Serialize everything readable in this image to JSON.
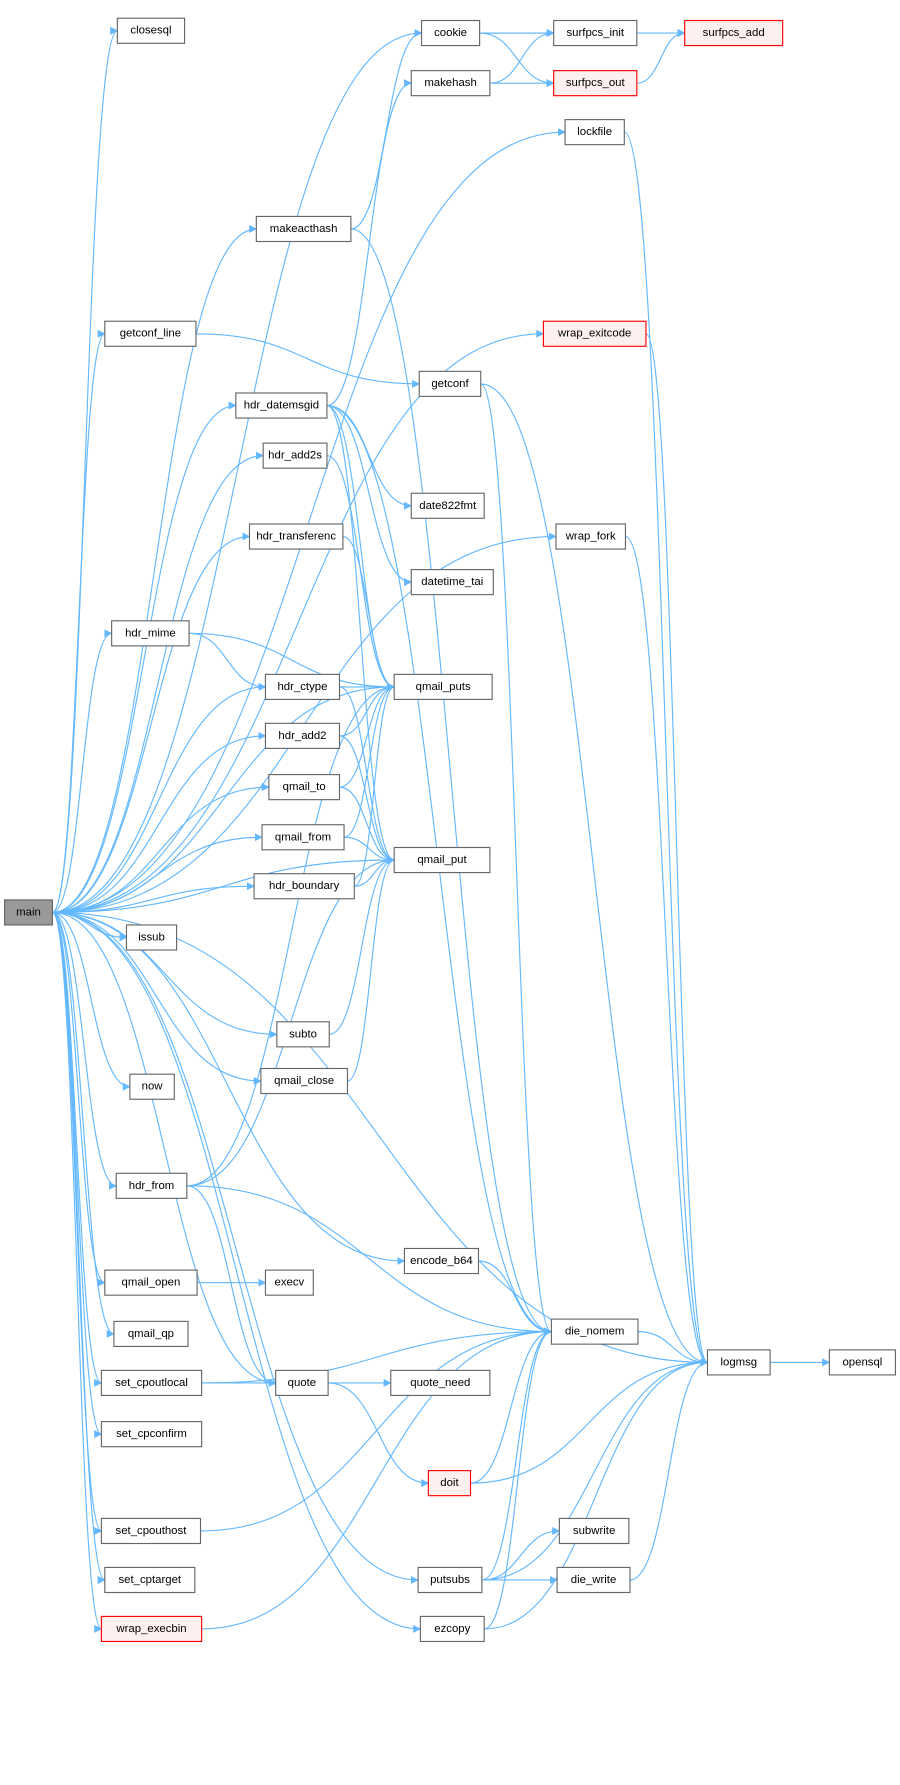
{
  "graph": {
    "colors": {
      "edge": "#63b8ff",
      "node_border": "#666666",
      "highlight_border": "#ff0000",
      "highlight_fill": "#fff0f0",
      "root_fill": "#999999"
    },
    "nodes": [
      {
        "id": "main",
        "label": "main",
        "style": "root"
      },
      {
        "id": "closesql",
        "label": "closesql"
      },
      {
        "id": "cookie",
        "label": "cookie"
      },
      {
        "id": "surfpcs_init",
        "label": "surfpcs_init"
      },
      {
        "id": "surfpcs_add",
        "label": "surfpcs_add",
        "style": "truncated"
      },
      {
        "id": "makehash",
        "label": "makehash"
      },
      {
        "id": "surfpcs_out",
        "label": "surfpcs_out",
        "style": "truncated"
      },
      {
        "id": "lockfile",
        "label": "lockfile"
      },
      {
        "id": "makeacthash",
        "label": "makeacthash"
      },
      {
        "id": "getconf_line",
        "label": "getconf_line"
      },
      {
        "id": "wrap_exitcode",
        "label": "wrap_exitcode",
        "style": "truncated"
      },
      {
        "id": "getconf",
        "label": "getconf"
      },
      {
        "id": "hdr_datemsgid",
        "label": "hdr_datemsgid"
      },
      {
        "id": "hdr_add2s",
        "label": "hdr_add2s"
      },
      {
        "id": "date822fmt",
        "label": "date822fmt"
      },
      {
        "id": "hdr_transferenc",
        "label": "hdr_transferenc"
      },
      {
        "id": "wrap_fork",
        "label": "wrap_fork"
      },
      {
        "id": "datetime_tai",
        "label": "datetime_tai"
      },
      {
        "id": "hdr_mime",
        "label": "hdr_mime"
      },
      {
        "id": "hdr_ctype",
        "label": "hdr_ctype"
      },
      {
        "id": "qmail_puts",
        "label": "qmail_puts"
      },
      {
        "id": "hdr_add2",
        "label": "hdr_add2"
      },
      {
        "id": "qmail_to",
        "label": "qmail_to"
      },
      {
        "id": "qmail_from",
        "label": "qmail_from"
      },
      {
        "id": "qmail_put",
        "label": "qmail_put"
      },
      {
        "id": "hdr_boundary",
        "label": "hdr_boundary"
      },
      {
        "id": "issub",
        "label": "issub"
      },
      {
        "id": "subto",
        "label": "subto"
      },
      {
        "id": "now",
        "label": "now"
      },
      {
        "id": "qmail_close",
        "label": "qmail_close"
      },
      {
        "id": "hdr_from",
        "label": "hdr_from"
      },
      {
        "id": "encode_b64",
        "label": "encode_b64"
      },
      {
        "id": "qmail_open",
        "label": "qmail_open"
      },
      {
        "id": "execv",
        "label": "execv"
      },
      {
        "id": "die_nomem",
        "label": "die_nomem"
      },
      {
        "id": "qmail_qp",
        "label": "qmail_qp"
      },
      {
        "id": "set_cpoutlocal",
        "label": "set_cpoutlocal"
      },
      {
        "id": "quote",
        "label": "quote"
      },
      {
        "id": "quote_need",
        "label": "quote_need"
      },
      {
        "id": "logmsg",
        "label": "logmsg"
      },
      {
        "id": "opensql",
        "label": "opensql"
      },
      {
        "id": "set_cpconfirm",
        "label": "set_cpconfirm"
      },
      {
        "id": "doit",
        "label": "doit",
        "style": "truncated"
      },
      {
        "id": "set_cpouthost",
        "label": "set_cpouthost"
      },
      {
        "id": "subwrite",
        "label": "subwrite"
      },
      {
        "id": "set_cptarget",
        "label": "set_cptarget"
      },
      {
        "id": "putsubs",
        "label": "putsubs"
      },
      {
        "id": "die_write",
        "label": "die_write"
      },
      {
        "id": "wrap_execbin",
        "label": "wrap_execbin",
        "style": "truncated"
      },
      {
        "id": "ezcopy",
        "label": "ezcopy"
      }
    ],
    "edges": [
      [
        "main",
        "closesql"
      ],
      [
        "main",
        "cookie"
      ],
      [
        "main",
        "lockfile"
      ],
      [
        "main",
        "makeacthash"
      ],
      [
        "main",
        "wrap_exitcode"
      ],
      [
        "main",
        "getconf_line"
      ],
      [
        "main",
        "wrap_fork"
      ],
      [
        "main",
        "hdr_datemsgid"
      ],
      [
        "main",
        "qmail_puts"
      ],
      [
        "main",
        "hdr_add2s"
      ],
      [
        "main",
        "hdr_transferenc"
      ],
      [
        "main",
        "hdr_mime"
      ],
      [
        "main",
        "hdr_ctype"
      ],
      [
        "main",
        "hdr_add2"
      ],
      [
        "main",
        "qmail_to"
      ],
      [
        "main",
        "qmail_from"
      ],
      [
        "main",
        "hdr_boundary"
      ],
      [
        "main",
        "qmail_put"
      ],
      [
        "main",
        "issub"
      ],
      [
        "main",
        "subto"
      ],
      [
        "main",
        "now"
      ],
      [
        "main",
        "qmail_close"
      ],
      [
        "main",
        "hdr_from"
      ],
      [
        "main",
        "encode_b64"
      ],
      [
        "main",
        "qmail_open"
      ],
      [
        "main",
        "qmail_qp"
      ],
      [
        "main",
        "set_cpoutlocal"
      ],
      [
        "main",
        "quote"
      ],
      [
        "main",
        "set_cpconfirm"
      ],
      [
        "main",
        "set_cpouthost"
      ],
      [
        "main",
        "set_cptarget"
      ],
      [
        "main",
        "wrap_execbin"
      ],
      [
        "main",
        "putsubs"
      ],
      [
        "main",
        "ezcopy"
      ],
      [
        "main",
        "logmsg"
      ],
      [
        "cookie",
        "surfpcs_init"
      ],
      [
        "cookie",
        "surfpcs_out"
      ],
      [
        "cookie",
        "surfpcs_add"
      ],
      [
        "makehash",
        "surfpcs_init"
      ],
      [
        "makehash",
        "surfpcs_out"
      ],
      [
        "surfpcs_out",
        "surfpcs_add"
      ],
      [
        "lockfile",
        "logmsg"
      ],
      [
        "makeacthash",
        "cookie"
      ],
      [
        "makeacthash",
        "die_nomem"
      ],
      [
        "wrap_exitcode",
        "logmsg"
      ],
      [
        "getconf_line",
        "getconf"
      ],
      [
        "getconf",
        "die_nomem"
      ],
      [
        "getconf",
        "logmsg"
      ],
      [
        "hdr_datemsgid",
        "makehash"
      ],
      [
        "hdr_datemsgid",
        "date822fmt"
      ],
      [
        "hdr_datemsgid",
        "datetime_tai"
      ],
      [
        "hdr_datemsgid",
        "qmail_puts"
      ],
      [
        "hdr_datemsgid",
        "qmail_put"
      ],
      [
        "hdr_datemsgid",
        "die_nomem"
      ],
      [
        "hdr_add2s",
        "qmail_puts"
      ],
      [
        "hdr_transferenc",
        "qmail_puts"
      ],
      [
        "wrap_fork",
        "logmsg"
      ],
      [
        "hdr_mime",
        "hdr_ctype"
      ],
      [
        "hdr_mime",
        "qmail_puts"
      ],
      [
        "hdr_ctype",
        "qmail_puts"
      ],
      [
        "hdr_ctype",
        "qmail_put"
      ],
      [
        "hdr_add2",
        "qmail_puts"
      ],
      [
        "hdr_add2",
        "qmail_put"
      ],
      [
        "qmail_to",
        "qmail_puts"
      ],
      [
        "qmail_to",
        "qmail_put"
      ],
      [
        "qmail_from",
        "qmail_puts"
      ],
      [
        "qmail_from",
        "qmail_put"
      ],
      [
        "hdr_boundary",
        "qmail_put"
      ],
      [
        "hdr_boundary",
        "qmail_puts"
      ],
      [
        "subto",
        "qmail_put"
      ],
      [
        "qmail_close",
        "qmail_put"
      ],
      [
        "hdr_from",
        "qmail_puts"
      ],
      [
        "hdr_from",
        "qmail_put"
      ],
      [
        "hdr_from",
        "die_nomem"
      ],
      [
        "hdr_from",
        "quote"
      ],
      [
        "encode_b64",
        "die_nomem"
      ],
      [
        "qmail_open",
        "execv"
      ],
      [
        "set_cpoutlocal",
        "quote"
      ],
      [
        "set_cpoutlocal",
        "die_nomem"
      ],
      [
        "quote",
        "quote_need"
      ],
      [
        "quote",
        "doit"
      ],
      [
        "doit",
        "die_nomem"
      ],
      [
        "doit",
        "logmsg"
      ],
      [
        "die_nomem",
        "logmsg"
      ],
      [
        "logmsg",
        "opensql"
      ],
      [
        "set_cpouthost",
        "die_nomem"
      ],
      [
        "putsubs",
        "subwrite"
      ],
      [
        "putsubs",
        "die_write"
      ],
      [
        "putsubs",
        "die_nomem"
      ],
      [
        "putsubs",
        "logmsg"
      ],
      [
        "die_write",
        "logmsg"
      ],
      [
        "wrap_execbin",
        "die_nomem"
      ],
      [
        "ezcopy",
        "die_nomem"
      ],
      [
        "ezcopy",
        "logmsg"
      ]
    ]
  }
}
